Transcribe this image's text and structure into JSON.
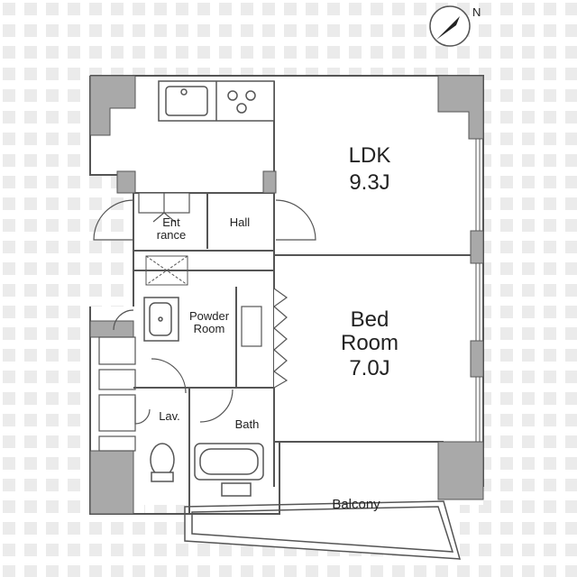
{
  "rooms": {
    "ldk": {
      "name": "LDK",
      "size": "9.3J"
    },
    "bedroom": {
      "name": "Bed\nRoom",
      "size": "7.0J"
    },
    "entrance": "Ent\nrance",
    "hall": "Hall",
    "powder_room": "Powder\nRoom",
    "lav": "Lav.",
    "bath": "Bath",
    "balcony": "Balcony"
  },
  "compass": {
    "label": "N",
    "icon": "north-arrow-icon"
  },
  "colors": {
    "wall": "#a9a9a9",
    "line": "#555555",
    "pattern": "#ebebeb"
  }
}
